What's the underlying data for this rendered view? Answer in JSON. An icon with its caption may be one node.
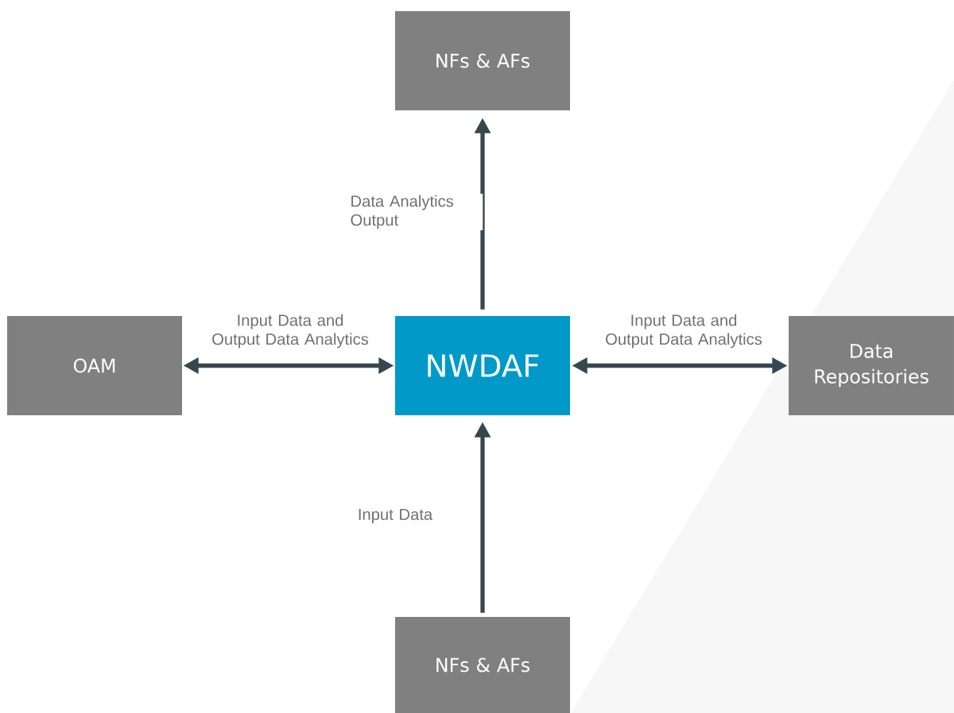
{
  "diagram": {
    "nodes": [
      {
        "text": [
          "NFs & AFs"
        ]
      },
      {
        "text": [
          "OAM"
        ]
      },
      {
        "text": [
          "NWDAF"
        ]
      },
      {
        "text": [
          "Data Repositories"
        ]
      },
      {
        "text": [
          "NFs & AFs"
        ]
      }
    ],
    "edges": [
      {
        "from": 2,
        "to": 0,
        "arrow": "to",
        "label": "Data Analytics Output"
      },
      {
        "from": 1,
        "to": 2,
        "arrow": "both",
        "label": "Input Data and Output Data Analytics"
      },
      {
        "from": 2,
        "to": 3,
        "arrow": "both",
        "label": "Input Data and Output Data Analytics"
      },
      {
        "from": 4,
        "to": 2,
        "arrow": "to",
        "label": "Input Data"
      }
    ]
  }
}
